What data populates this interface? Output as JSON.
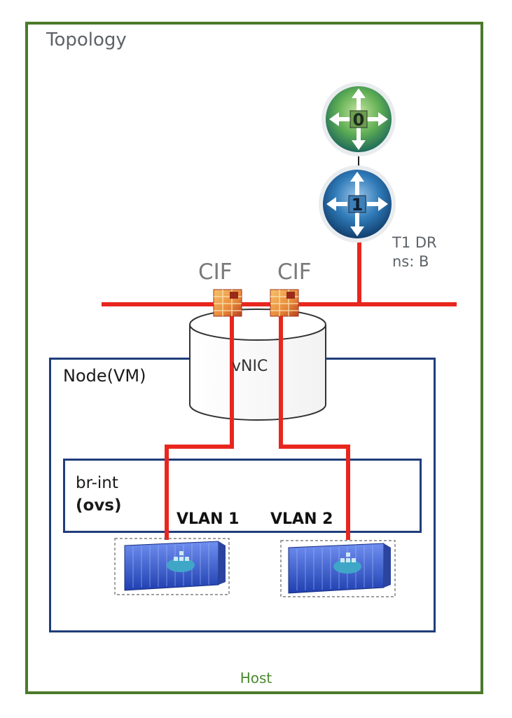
{
  "title": "Topology",
  "host_label": "Host",
  "node_label": "Node(VM)",
  "bridge": {
    "name": "br-int",
    "type": "(ovs)"
  },
  "vlans": [
    "VLAN 1",
    "VLAN 2"
  ],
  "cif_labels": [
    "CIF",
    "CIF"
  ],
  "vnic_label": "vNIC",
  "routers": {
    "tier0": "0",
    "tier1": "1"
  },
  "t1_info": {
    "line1": "T1 DR",
    "line2": "ns: B"
  },
  "colors": {
    "host_border": "#4a7a2a",
    "node_border": "#1f3d7a",
    "link": "#e8261e"
  }
}
